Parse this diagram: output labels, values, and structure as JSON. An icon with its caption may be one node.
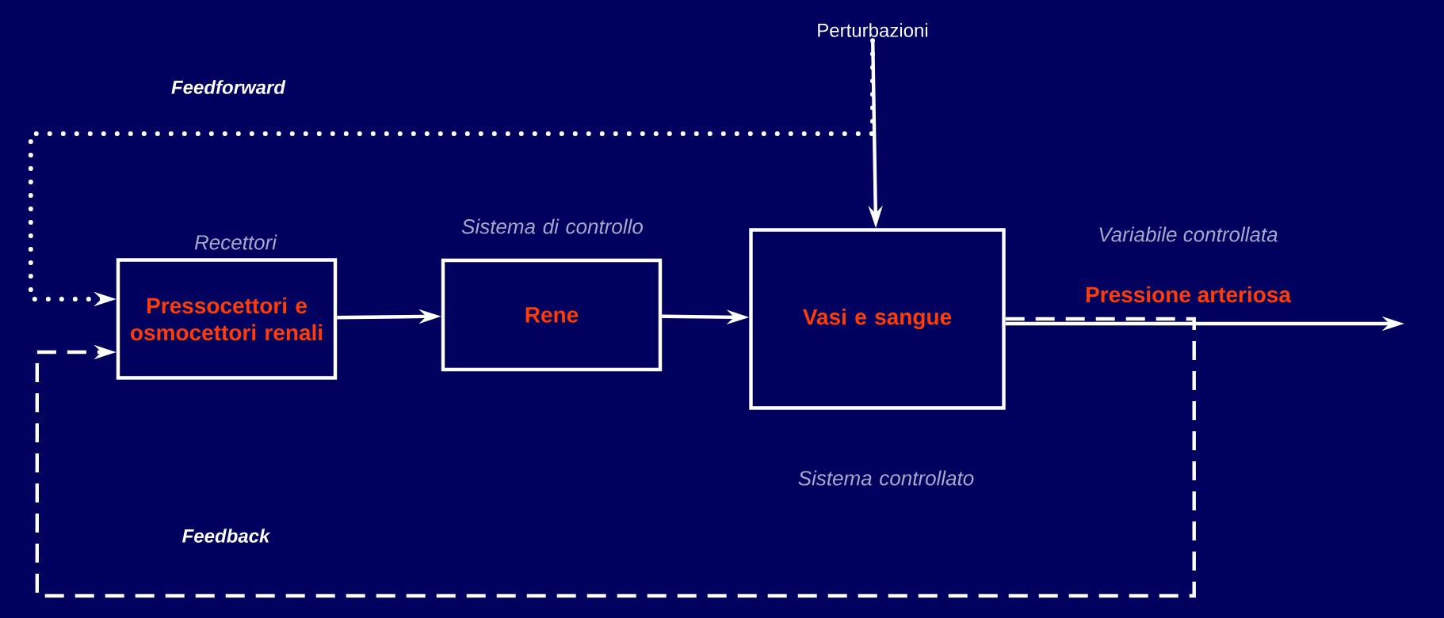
{
  "diagram": {
    "nodes": [
      {
        "text": [
          "Pressocettori e osmocettori renali"
        ],
        "beside": [
          "Recettori"
        ]
      },
      {
        "text": [
          "Rene"
        ],
        "beside": [
          "Sistema di controllo"
        ]
      },
      {
        "text": [
          "Vasi e sangue"
        ],
        "beside": [
          "Sistema controllato"
        ]
      },
      {
        "text": [
          "Perturbazioni"
        ]
      }
    ],
    "edges": [
      {
        "from": 3,
        "to": 2,
        "arrow": "to"
      },
      {
        "from": 0,
        "to": 1,
        "arrow": "to"
      },
      {
        "from": 1,
        "to": 2,
        "arrow": "to"
      },
      {
        "from": 2,
        "to": null,
        "arrow": "to",
        "label": "Pressione arteriosa"
      },
      {
        "from": 3,
        "to": 0,
        "arrow": "to",
        "style": "dashed",
        "label": "Feedforward"
      },
      {
        "from": 2,
        "to": 0,
        "arrow": "to",
        "style": "dashed",
        "label": "Feedback"
      }
    ],
    "labels": [
      "Variabile controllata"
    ]
  }
}
